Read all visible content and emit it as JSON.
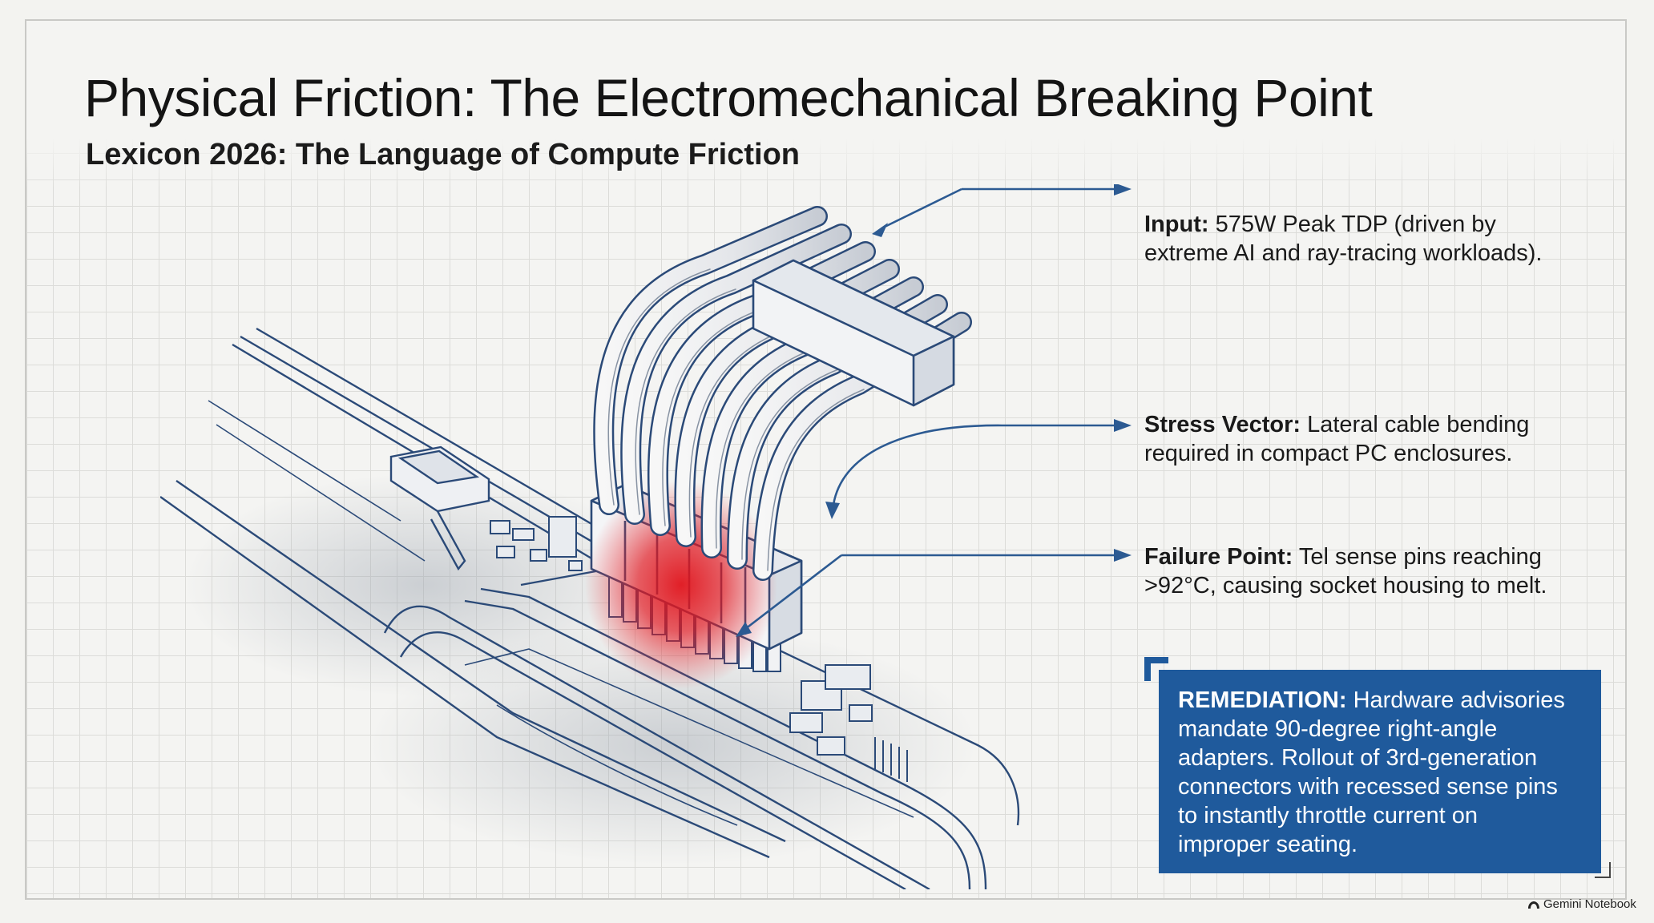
{
  "slide": {
    "title": "Physical Friction: The Electromechanical Breaking Point",
    "subtitle": "Lexicon 2026: The Language of Compute Friction"
  },
  "callouts": {
    "input": {
      "label": "Input:",
      "line1": " 575W Peak TDP (driven by",
      "line2": "extreme AI and ray-tracing workloads)."
    },
    "stress": {
      "label": "Stress Vector:",
      "line1": " Lateral cable bending",
      "line2": "required in compact PC enclosures."
    },
    "failure": {
      "label": "Failure Point:",
      "line1": " Tel sense pins reaching",
      "line2": ">92°C, causing socket housing to melt."
    }
  },
  "remediation": {
    "label": "REMEDIATION:",
    "line1": " Hardware advisories",
    "line2": "mandate 90-degree right-angle",
    "line3": "adapters. Rollout of 3rd-generation",
    "line4": "connectors with recessed sense pins",
    "line5": "to instantly throttle current on",
    "line6": "improper seating."
  },
  "watermark": {
    "text": "Gemini Notebook"
  },
  "colors": {
    "line_art": "#2b4a78",
    "arrow": "#2c5a92",
    "hotspot": "#d9141b",
    "remediation_bg": "#1f5a9c",
    "grid": "#dcdcd9"
  },
  "icons": {
    "watermark_icon": "notebook-logo-icon"
  }
}
